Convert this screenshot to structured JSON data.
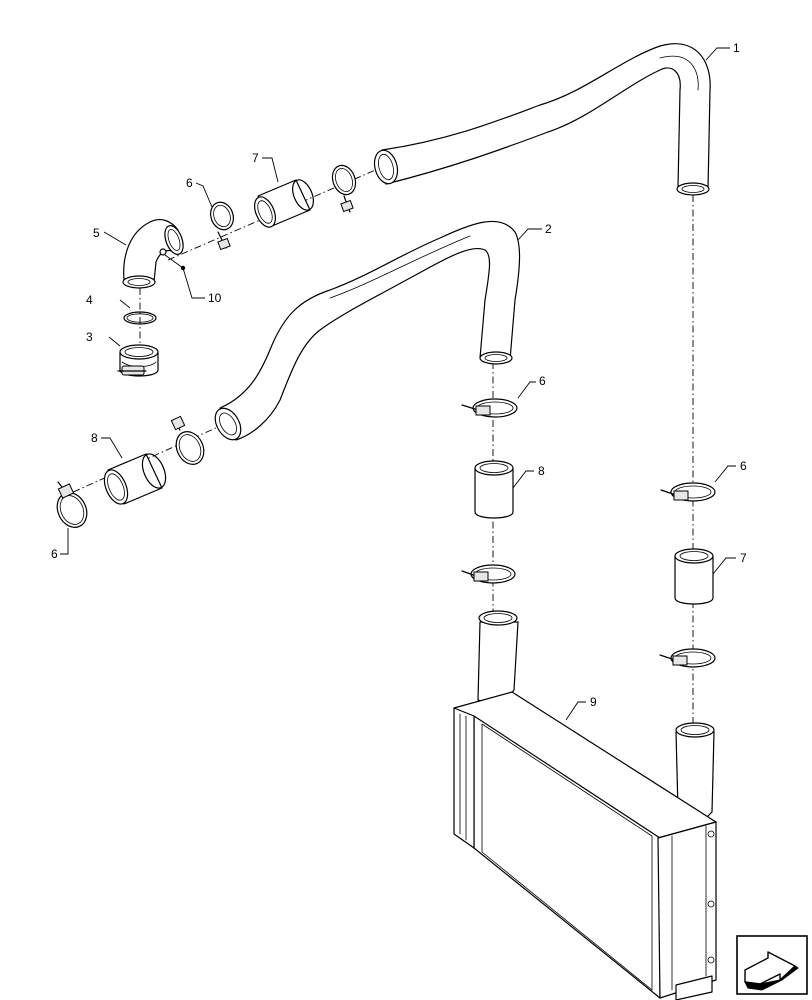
{
  "callouts": [
    {
      "id": "c1",
      "text": "1"
    },
    {
      "id": "c2",
      "text": "2"
    },
    {
      "id": "c3",
      "text": "3"
    },
    {
      "id": "c4",
      "text": "4"
    },
    {
      "id": "c5",
      "text": "5"
    },
    {
      "id": "c6a",
      "text": "6"
    },
    {
      "id": "c6b",
      "text": "6"
    },
    {
      "id": "c6c",
      "text": "6"
    },
    {
      "id": "c6d",
      "text": "6"
    },
    {
      "id": "c7a",
      "text": "7"
    },
    {
      "id": "c7b",
      "text": "7"
    },
    {
      "id": "c8a",
      "text": "8"
    },
    {
      "id": "c8b",
      "text": "8"
    },
    {
      "id": "c9",
      "text": "9"
    },
    {
      "id": "c10",
      "text": "10"
    }
  ],
  "icons": {
    "nav": "next-page-arrow-icon"
  }
}
